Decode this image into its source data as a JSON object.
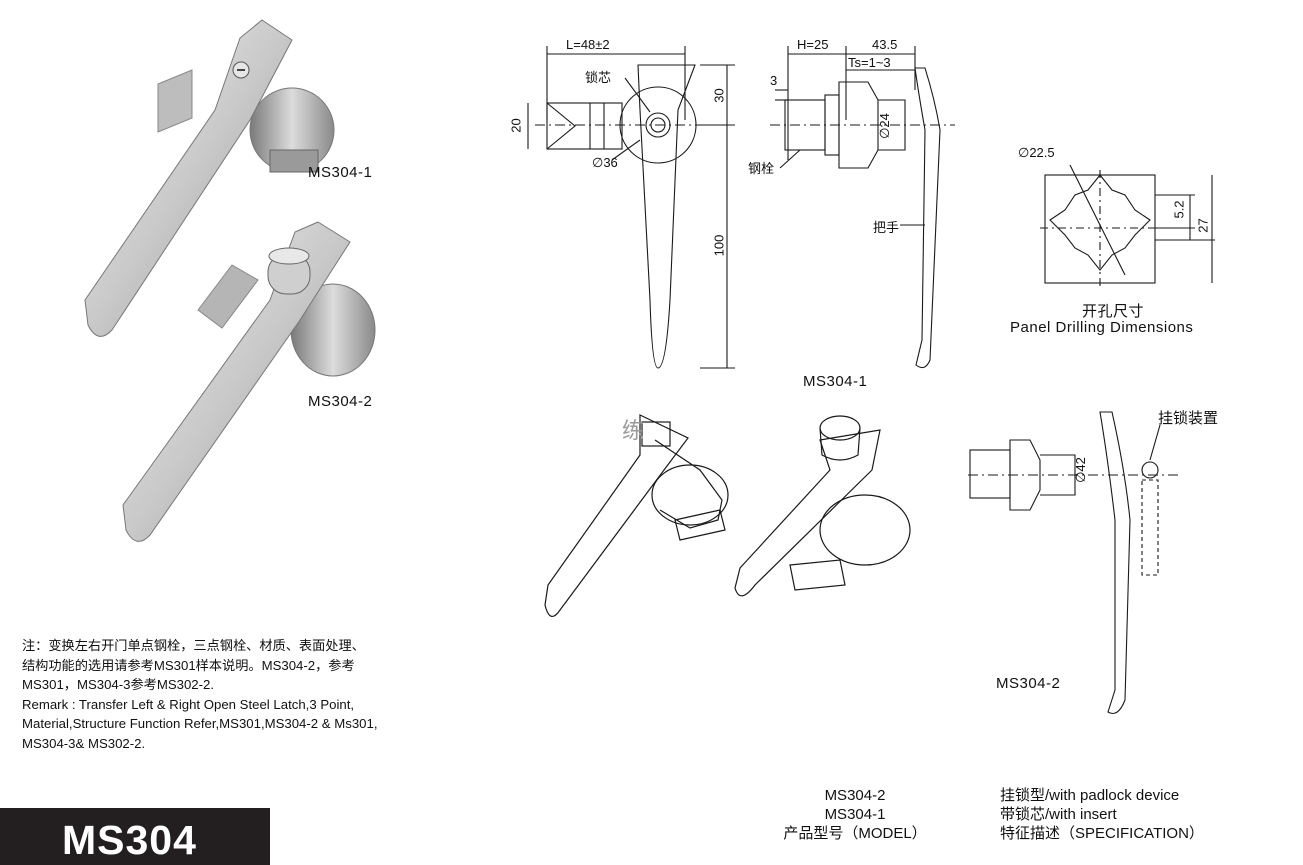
{
  "photos": {
    "top_label": "MS304-1",
    "bottom_label": "MS304-2"
  },
  "drawing_front": {
    "dim_length": "L=48±2",
    "core_label": "锁芯",
    "dim_30": "30",
    "dim_20": "20",
    "dim_diameter": "∅36",
    "dim_100": "100"
  },
  "drawing_side": {
    "dim_h": "H=25",
    "dim_total": "43.5",
    "dim_ts": "Ts=1~3",
    "dim_3": "3",
    "dim_24": "∅24",
    "latch_label": "钢栓",
    "handle_label": "把手",
    "model_label": "MS304-1"
  },
  "panel_drilling": {
    "dim_diameter": "∅22.5",
    "dim_52": "5.2",
    "dim_27": "27",
    "title_cn": "开孔尺寸",
    "title_en": "Panel Drilling Dimensions"
  },
  "padlock_view": {
    "label": "挂锁装置",
    "dim_42": "∅42",
    "model_label": "MS304-2"
  },
  "watermark": "练",
  "note": {
    "line1": "注：变换左右开门单点钢栓，三点钢栓、材质、表面处理、",
    "line2": "结构功能的选用请参考MS301样本说明。MS304-2，参考",
    "line3": "MS301，MS304-3参考MS302-2.",
    "line4": "Remark : Transfer Left & Right Open Steel Latch,3 Point,",
    "line5": "Material,Structure Function Refer,MS301,MS304-2 & Ms301,",
    "line6": "MS304-3& MS302-2."
  },
  "spec_table": {
    "model_col": {
      "row1": "MS304-2",
      "row2": "MS304-1",
      "header": "产品型号（MODEL）"
    },
    "spec_col": {
      "row1": "挂锁型/with padlock device",
      "row2": "带锁芯/with insert",
      "header": "特征描述（SPECIFICATION）"
    }
  },
  "model_title": "MS304",
  "colors": {
    "title_bg": "#231f20",
    "metal_light": "#d9d9d9",
    "metal_dark": "#8c8c8c",
    "line": "#1a1a1a"
  }
}
